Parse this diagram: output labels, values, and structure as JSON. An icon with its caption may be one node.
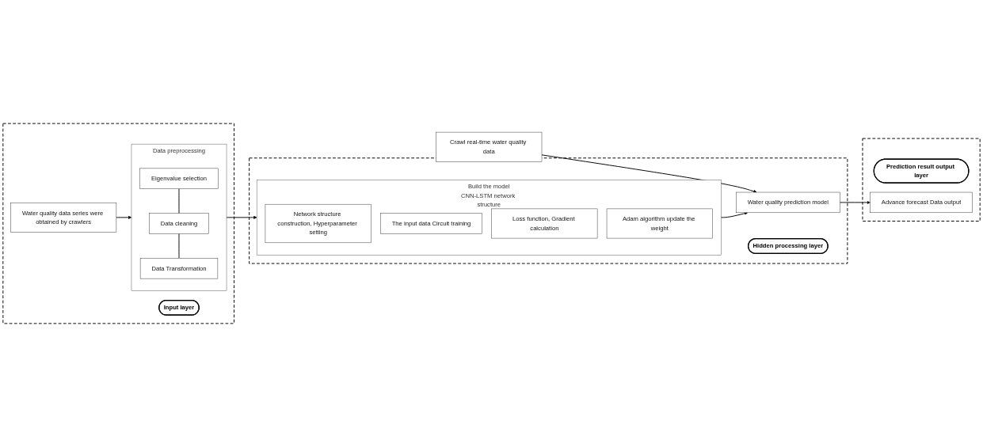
{
  "diagram": {
    "nodes": [
      {
        "text": [],
        "shape": "box"
      },
      {
        "text": [
          "Input layer"
        ],
        "in": 0
      },
      {
        "text": [
          "Water quality data series were obtained by crawlers"
        ],
        "in": 0
      },
      {
        "text": [
          "Data preprocessing"
        ],
        "in": 0
      },
      {
        "text": [
          "Eigenvalue selection"
        ],
        "in": 3
      },
      {
        "text": [
          "Data cleaning"
        ],
        "in": 3
      },
      {
        "text": [
          "Data Transformation"
        ],
        "in": 3
      },
      {
        "text": [],
        "shape": "box"
      },
      {
        "text": [
          "Build the model",
          "CNN-LSTM network structure"
        ],
        "in": 7
      },
      {
        "text": [
          "Network structure construction, Hyperparameter setting"
        ],
        "in": 8
      },
      {
        "text": [
          "The input data Circuit training"
        ],
        "in": 8
      },
      {
        "text": [
          "Loss function, Gradient calculation"
        ],
        "in": 8
      },
      {
        "text": [
          "Adam algorithm update the weight"
        ],
        "in": 8
      },
      {
        "text": [
          "Water quality prediction model"
        ],
        "in": 7
      },
      {
        "text": [
          "Hidden processing layer"
        ],
        "in": 7
      },
      {
        "text": [
          "Crawl real-time water quality data"
        ]
      },
      {
        "text": [],
        "shape": "box"
      },
      {
        "text": [
          "Prediction result output layer"
        ],
        "in": 16
      },
      {
        "text": [
          "Advance forecast Data output"
        ],
        "in": 16
      }
    ],
    "edges": [
      {
        "from": 2,
        "to": 3,
        "arrow": "to"
      },
      {
        "from": 4,
        "to": 5,
        "arrow": "none"
      },
      {
        "from": 5,
        "to": 6,
        "arrow": "none"
      },
      {
        "from": 3,
        "to": 8,
        "arrow": "to"
      },
      {
        "from": 8,
        "to": 13,
        "arrow": "to"
      },
      {
        "from": 15,
        "to": 13,
        "arrow": "to"
      },
      {
        "from": 13,
        "to": 18,
        "arrow": "to"
      }
    ]
  }
}
